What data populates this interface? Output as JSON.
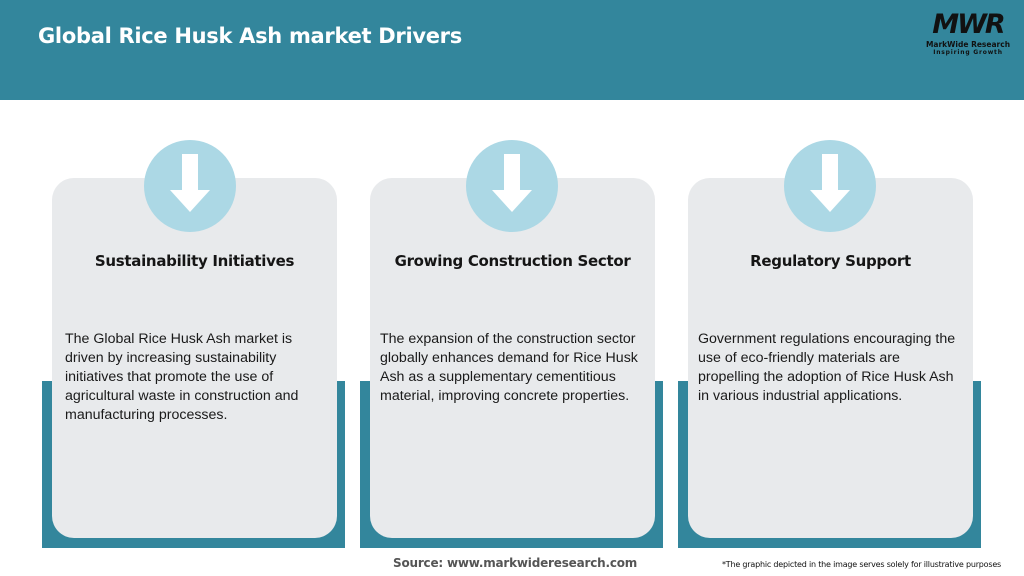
{
  "header": {
    "title": "Global Rice Husk Ash market Drivers",
    "background_color": "#33869c"
  },
  "logo": {
    "mark": "MWR",
    "name": "MarkWide Research",
    "tagline": "Inspiring Growth"
  },
  "cards": [
    {
      "icon": "arrow-down-icon",
      "title": "Sustainability Initiatives",
      "text": "The Global Rice Husk Ash market is driven by increasing sustainability initiatives that promote the use of agricultural waste in construction and manufacturing processes."
    },
    {
      "icon": "arrow-down-icon",
      "title": "Growing Construction Sector",
      "text": "The expansion of the construction sector globally enhances demand for Rice Husk Ash as a supplementary cementitious material, improving concrete properties."
    },
    {
      "icon": "arrow-down-icon",
      "title": "Regulatory Support",
      "text": "Government regulations encouraging the use of eco-friendly materials are propelling the adoption of Rice Husk Ash in various industrial applications."
    }
  ],
  "footer": {
    "source": "Source: www.markwideresearch.com",
    "note": "*The graphic depicted in the image serves solely for illustrative purposes"
  },
  "colors": {
    "accent": "#33869c",
    "card_bg": "#e8eaec",
    "icon_circle": "#acd8e5"
  }
}
